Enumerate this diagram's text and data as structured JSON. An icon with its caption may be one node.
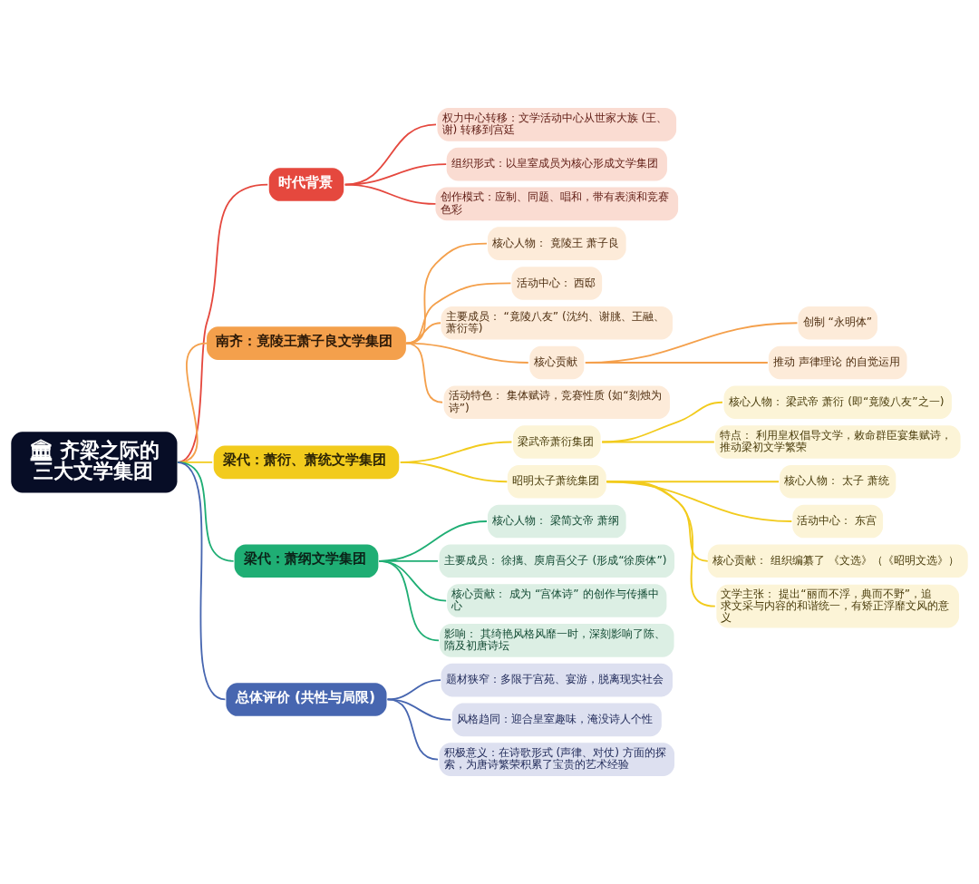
{
  "diagram": {
    "nodes": [
      {
        "text": [
          "🏛 齐梁之际的三大文学集团"
        ]
      },
      {
        "text": [
          "时代背景"
        ]
      },
      {
        "text": [
          "权力中心转移：文学活动中心从世家大族 (王、谢) 转移到宫廷"
        ]
      },
      {
        "text": [
          "组织形式：以皇室成员为核心形成文学集团"
        ]
      },
      {
        "text": [
          "创作模式：应制、同题、唱和，带有表演和竞赛色彩"
        ]
      },
      {
        "text": [
          "南齐：竟陵王萧子良文学集团"
        ]
      },
      {
        "text": [
          "核心人物： 竟陵王 萧子良"
        ]
      },
      {
        "text": [
          "活动中心： 西邸"
        ]
      },
      {
        "text": [
          "主要成员： “竟陵八友” (沈约、谢朓、王融、萧衍等)"
        ]
      },
      {
        "text": [
          "核心贡献"
        ]
      },
      {
        "text": [
          "创制 “永明体”"
        ]
      },
      {
        "text": [
          "推动 声律理论 的自觉运用"
        ]
      },
      {
        "text": [
          "活动特色： 集体赋诗，竞赛性质 (如“刻烛为诗”)"
        ]
      },
      {
        "text": [
          "梁代：萧衍、萧统文学集团"
        ]
      },
      {
        "text": [
          "梁武帝萧衍集团"
        ]
      },
      {
        "text": [
          "核心人物： 梁武帝 萧衍 (即“竟陵八友”之一)"
        ]
      },
      {
        "text": [
          "特点： 利用皇权倡导文学，敕命群臣宴集赋诗，推动梁初文学繁荣"
        ]
      },
      {
        "text": [
          "昭明太子萧统集团"
        ]
      },
      {
        "text": [
          "核心人物： 太子 萧统"
        ]
      },
      {
        "text": [
          "活动中心： 东宫"
        ]
      },
      {
        "text": [
          "核心贡献： 组织编纂了 《文选》（《昭明文选》）"
        ]
      },
      {
        "text": [
          "文学主张： 提出“丽而不浮，典而不野”，追求文采与内容的和谐统一，有矫正浮靡文风的意义"
        ]
      },
      {
        "text": [
          "梁代：萧纲文学集团"
        ]
      },
      {
        "text": [
          "核心人物： 梁简文帝 萧纲"
        ]
      },
      {
        "text": [
          "主要成员： 徐摛、庾肩吾父子 (形成“徐庾体”)"
        ]
      },
      {
        "text": [
          "核心贡献： 成为 “宫体诗” 的创作与传播中心"
        ]
      },
      {
        "text": [
          "影响： 其绮艳风格风靡一时，深刻影响了陈、隋及初唐诗坛"
        ]
      },
      {
        "text": [
          "总体评价 (共性与局限)"
        ]
      },
      {
        "text": [
          "题材狭窄：多限于宫苑、宴游，脱离现实社会"
        ]
      },
      {
        "text": [
          "风格趋同：迎合皇室趣味，淹没诗人个性"
        ]
      },
      {
        "text": [
          "积极意义：在诗歌形式 (声律、对仗) 方面的探索，为唐诗繁荣积累了宝贵的艺术经验"
        ]
      }
    ],
    "edges": [
      {
        "from": 0,
        "to": 1,
        "arrow": "none",
        "color": "#e5483e"
      },
      {
        "from": 1,
        "to": 2,
        "arrow": "none",
        "color": "#e5483e"
      },
      {
        "from": 1,
        "to": 3,
        "arrow": "none",
        "color": "#e5483e"
      },
      {
        "from": 1,
        "to": 4,
        "arrow": "none",
        "color": "#e5483e"
      },
      {
        "from": 0,
        "to": 5,
        "arrow": "none",
        "color": "#f4a04c"
      },
      {
        "from": 5,
        "to": 6,
        "arrow": "none",
        "color": "#f4a04c"
      },
      {
        "from": 5,
        "to": 7,
        "arrow": "none",
        "color": "#f4a04c"
      },
      {
        "from": 5,
        "to": 8,
        "arrow": "none",
        "color": "#f4a04c"
      },
      {
        "from": 5,
        "to": 9,
        "arrow": "none",
        "color": "#f4a04c"
      },
      {
        "from": 9,
        "to": 10,
        "arrow": "none",
        "color": "#f4a04c"
      },
      {
        "from": 9,
        "to": 11,
        "arrow": "none",
        "color": "#f4a04c"
      },
      {
        "from": 5,
        "to": 12,
        "arrow": "none",
        "color": "#f4a04c"
      },
      {
        "from": 0,
        "to": 13,
        "arrow": "none",
        "color": "#f2cb1d"
      },
      {
        "from": 13,
        "to": 14,
        "arrow": "none",
        "color": "#f2cb1d"
      },
      {
        "from": 14,
        "to": 15,
        "arrow": "none",
        "color": "#f2cb1d"
      },
      {
        "from": 14,
        "to": 16,
        "arrow": "none",
        "color": "#f2cb1d"
      },
      {
        "from": 13,
        "to": 17,
        "arrow": "none",
        "color": "#f2cb1d"
      },
      {
        "from": 17,
        "to": 18,
        "arrow": "none",
        "color": "#f2cb1d"
      },
      {
        "from": 17,
        "to": 19,
        "arrow": "none",
        "color": "#f2cb1d"
      },
      {
        "from": 17,
        "to": 20,
        "arrow": "none",
        "color": "#f2cb1d"
      },
      {
        "from": 17,
        "to": 21,
        "arrow": "none",
        "color": "#f2cb1d"
      },
      {
        "from": 0,
        "to": 22,
        "arrow": "none",
        "color": "#1fae74"
      },
      {
        "from": 22,
        "to": 23,
        "arrow": "none",
        "color": "#1fae74"
      },
      {
        "from": 22,
        "to": 24,
        "arrow": "none",
        "color": "#1fae74"
      },
      {
        "from": 22,
        "to": 25,
        "arrow": "none",
        "color": "#1fae74"
      },
      {
        "from": 22,
        "to": 26,
        "arrow": "none",
        "color": "#1fae74"
      },
      {
        "from": 0,
        "to": 27,
        "arrow": "none",
        "color": "#4766b0"
      },
      {
        "from": 27,
        "to": 28,
        "arrow": "none",
        "color": "#4766b0"
      },
      {
        "from": 27,
        "to": 29,
        "arrow": "none",
        "color": "#4766b0"
      },
      {
        "from": 27,
        "to": 30,
        "arrow": "none",
        "color": "#4766b0"
      }
    ]
  }
}
